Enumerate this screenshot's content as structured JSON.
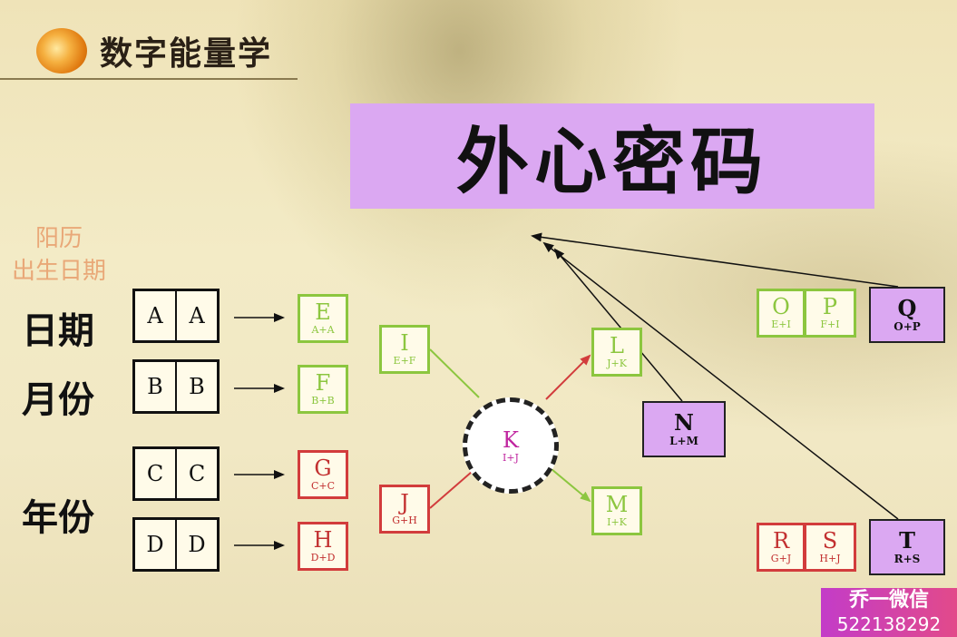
{
  "logo": {
    "text": "数字能量学"
  },
  "title": "外心密码",
  "subtitle": [
    "阳历",
    "出生日期"
  ],
  "rows": {
    "date": "日期",
    "month": "月份",
    "year": "年份"
  },
  "inputs": [
    {
      "a": "A",
      "b": "A"
    },
    {
      "a": "B",
      "b": "B"
    },
    {
      "a": "C",
      "b": "C"
    },
    {
      "a": "D",
      "b": "D"
    }
  ],
  "boxes": {
    "E": {
      "label": "E",
      "formula": "A+A",
      "color": "#8cc63f"
    },
    "F": {
      "label": "F",
      "formula": "B+B",
      "color": "#8cc63f"
    },
    "G": {
      "label": "G",
      "formula": "C+C",
      "color": "#d23c3c"
    },
    "H": {
      "label": "H",
      "formula": "D+D",
      "color": "#d23c3c"
    },
    "I": {
      "label": "I",
      "formula": "E+F",
      "color": "#8cc63f"
    },
    "J": {
      "label": "J",
      "formula": "G+H",
      "color": "#d23c3c"
    },
    "K": {
      "label": "K",
      "formula": "I+J",
      "color": "#c026a0"
    },
    "L": {
      "label": "L",
      "formula": "J+K",
      "color": "#8cc63f"
    },
    "M": {
      "label": "M",
      "formula": "I+K",
      "color": "#8cc63f"
    },
    "N": {
      "label": "N",
      "formula": "L+M",
      "color": "#dba8f2"
    },
    "O": {
      "label": "O",
      "formula": "E+I",
      "color": "#8cc63f"
    },
    "P": {
      "label": "P",
      "formula": "F+I",
      "color": "#8cc63f"
    },
    "Q": {
      "label": "Q",
      "formula": "O+P",
      "color": "#dba8f2"
    },
    "R": {
      "label": "R",
      "formula": "G+J",
      "color": "#d23c3c"
    },
    "S": {
      "label": "S",
      "formula": "H+J",
      "color": "#d23c3c"
    },
    "T": {
      "label": "T",
      "formula": "R+S",
      "color": "#dba8f2"
    }
  },
  "watermark": {
    "line1": "乔一微信",
    "line2": "522138292"
  }
}
